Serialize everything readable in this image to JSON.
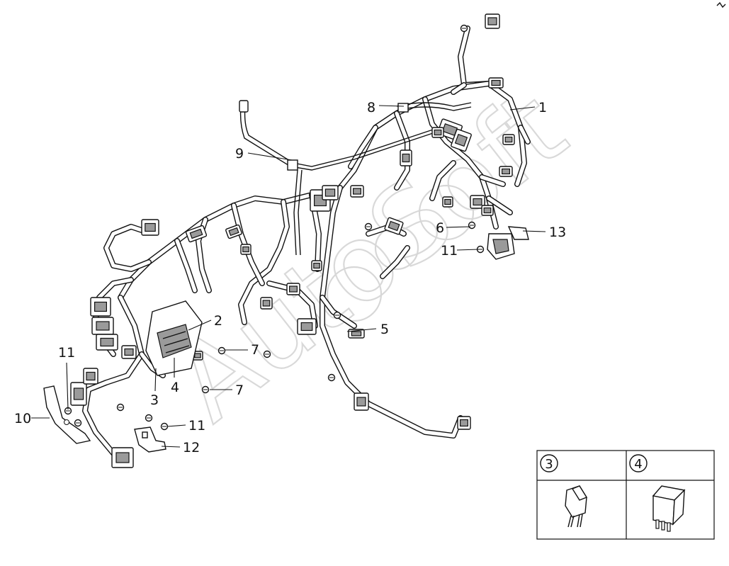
{
  "watermark": {
    "text": "AutoSoft"
  },
  "callouts": [
    {
      "id": "1",
      "label": "1"
    },
    {
      "id": "2",
      "label": "2"
    },
    {
      "id": "3",
      "label": "3"
    },
    {
      "id": "4",
      "label": "4"
    },
    {
      "id": "5",
      "label": "5"
    },
    {
      "id": "6",
      "label": "6"
    },
    {
      "id": "7a",
      "label": "7"
    },
    {
      "id": "7b",
      "label": "7"
    },
    {
      "id": "8",
      "label": "8"
    },
    {
      "id": "9",
      "label": "9"
    },
    {
      "id": "10",
      "label": "10"
    },
    {
      "id": "11a",
      "label": "11"
    },
    {
      "id": "11b",
      "label": "11"
    },
    {
      "id": "11c",
      "label": "11"
    },
    {
      "id": "12",
      "label": "12"
    },
    {
      "id": "13",
      "label": "13"
    }
  ],
  "inset": {
    "cells": [
      {
        "label": "3",
        "part": "mini fuse"
      },
      {
        "label": "4",
        "part": "relay"
      }
    ]
  }
}
